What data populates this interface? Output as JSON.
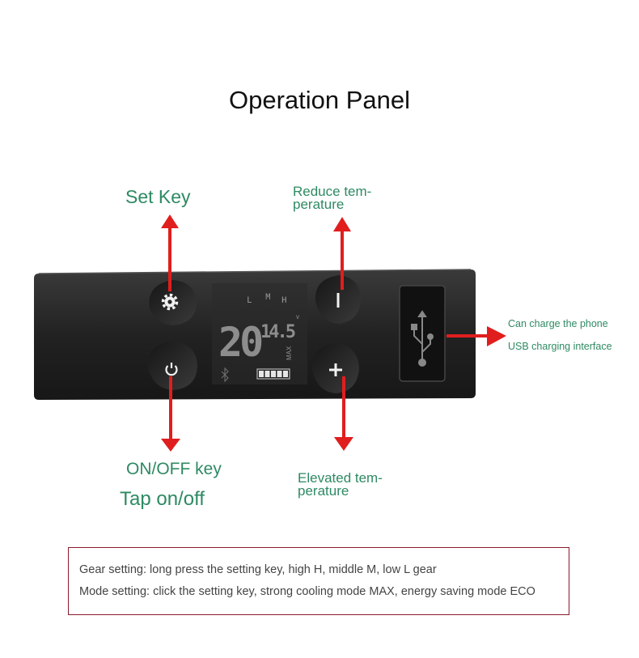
{
  "title": "Operation Panel",
  "labels": {
    "set_key": "Set Key",
    "reduce_line1": "Reduce tem-",
    "reduce_line2": "perature",
    "onoff_key": "ON/OFF key",
    "tap_onoff": "Tap on/off",
    "elevated_line1": "Elevated tem-",
    "elevated_line2": "perature",
    "usb_charge_phone": "Can charge the phone",
    "usb_interface": "USB charging interface"
  },
  "display": {
    "temperature": "20",
    "voltage": "14.5",
    "voltage_unit": "v",
    "mode": "MAX",
    "gears": [
      "L",
      "M",
      "H"
    ]
  },
  "notes": {
    "gear_setting": "Gear setting: long press the setting key, high H, middle M, low L gear",
    "mode_setting": "Mode setting: click the setting key, strong cooling mode MAX, energy saving mode ECO"
  },
  "colors": {
    "label_green": "#2e8a63",
    "arrow_red": "#e01e1e",
    "panel_dark": "#262626",
    "note_border": "#8b1a2b"
  },
  "icons": [
    "gear-icon",
    "power-icon",
    "minus-icon",
    "plus-icon",
    "usb-port",
    "battery-icon",
    "bluetooth-icon"
  ]
}
